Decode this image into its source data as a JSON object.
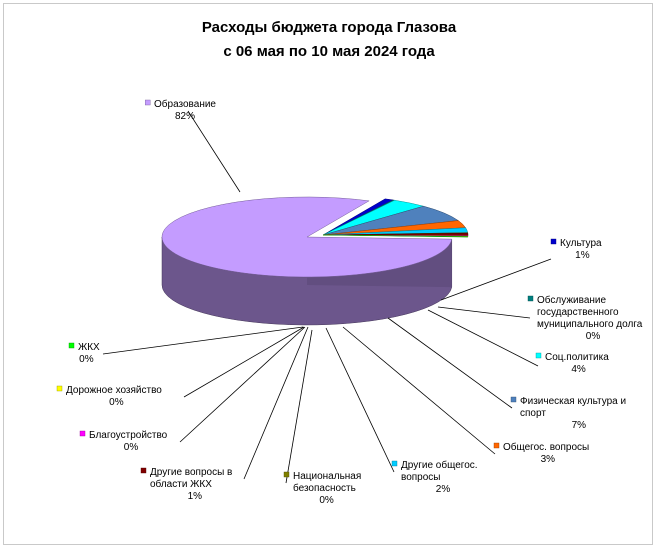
{
  "chart_data": {
    "type": "pie",
    "title_lines": [
      "Расходы бюджета города Глазова",
      "с 06 мая по 10 мая 2024 года"
    ],
    "series": [
      {
        "name": "Образование",
        "value_label": "82%",
        "value": 82,
        "color": "#c49cff"
      },
      {
        "name": "Культура",
        "value_label": "1%",
        "value": 1,
        "color": "#0000cc"
      },
      {
        "name": "Обслуживание государственного муниципального долга",
        "value_label": "0%",
        "value": 0,
        "color": "#007f7f"
      },
      {
        "name": "Соц.политика",
        "value_label": "4%",
        "value": 4,
        "color": "#00ffff"
      },
      {
        "name": "Физическая культура и спорт",
        "value_label": "7%",
        "value": 7,
        "color": "#4f81bd"
      },
      {
        "name": "Общегос. вопросы",
        "value_label": "3%",
        "value": 3,
        "color": "#ff6600"
      },
      {
        "name": "Другие общегос. вопросы",
        "value_label": "2%",
        "value": 2,
        "color": "#00ccff"
      },
      {
        "name": "Национальная безопасность",
        "value_label": "0%",
        "value": 0,
        "color": "#808000"
      },
      {
        "name": "Другие вопросы в области ЖКХ",
        "value_label": "1%",
        "value": 1,
        "color": "#800000"
      },
      {
        "name": "Благоустройство",
        "value_label": "0%",
        "value": 0,
        "color": "#ff00ff"
      },
      {
        "name": "Дорожное хозяйство",
        "value_label": "0%",
        "value": 0,
        "color": "#ffff00"
      },
      {
        "name": "ЖКХ",
        "value_label": "0%",
        "value": 0,
        "color": "#00ff00"
      }
    ]
  }
}
